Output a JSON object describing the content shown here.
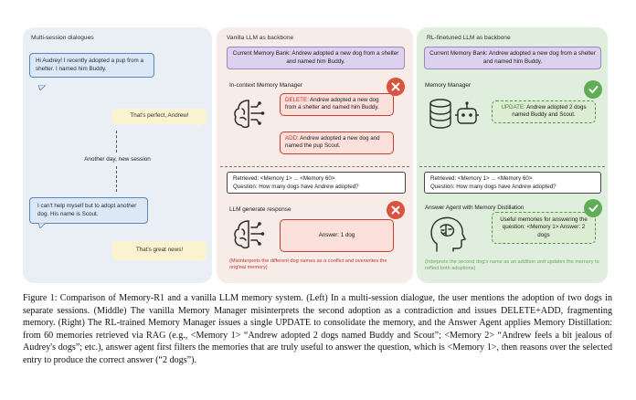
{
  "left": {
    "title": "Multi-session dialogues",
    "msg1": "Hi Audrey! I recently adopted a pup from a shelter. I named him Buddy.",
    "reply1": "That's perfect, Andrew!",
    "divider": "Another day, new session",
    "msg2": "I can't help myself but to adopt another dog. His name is Scout.",
    "reply2": "That's great news!"
  },
  "middle": {
    "title": "Vanilla LLM as backbone",
    "memory_bank": "Current Memory Bank: Andrew adopted a new dog from a shelter and named him Buddy.",
    "manager_label": "In-context Memory Manager",
    "delete_kw": "DELETE:",
    "delete_text": " Andrew adopted a new dog from a shelter and named him Buddy.",
    "add_kw": "ADD:",
    "add_text": " Andrew adopted a new dog and named the pup Scout.",
    "retrieved_line": "Retrieved: <Memory 1> ... <Memory 60>",
    "question_line": "Question: How many dogs have Andrew adopted?",
    "response_label": "LLM generate response",
    "answer": "Answer: 1 dog",
    "note": "(Misinterprets the different dog names as a conflict and overwrites the original memory)"
  },
  "right": {
    "title": "RL-finetuned LLM as backbone",
    "memory_bank": "Current Memory Bank: Andrew adopted a new dog from a shelter and named him Buddy.",
    "manager_label": "Memory Manager",
    "update_kw": "UPDATE:",
    "update_text": " Andrew adopted 2 dogs named Buddy and Scout.",
    "retrieved_line": "Retrieved: <Memory 1> ... <Memory 60>",
    "question_line": "Question: How many dogs have Andrew adopted?",
    "agent_label": "Answer Agent with Memory Distillation",
    "useful": "Useful memories for answering the question: <Memory 1> Answer: 2 dogs",
    "note": "(Interprets the second dog's name as an addition and updates the memory to reflect both adoptions)"
  },
  "caption": "Figure 1: Comparison of Memory-R1 and a vanilla LLM memory system. (Left) In a multi-session dialogue, the user mentions the adoption of two dogs in separate sessions. (Middle) The vanilla Memory Manager misinterprets the second adoption as a contradiction and issues DELETE+ADD, fragmenting memory. (Right) The RL-trained Memory Manager issues a single UPDATE to consolidate the memory, and the Answer Agent applies Memory Distillation: from 60 memories retrieved via RAG (e.g., <Memory 1> “Andrew adopted 2 dogs named Buddy and Scout”; <Memory 2> “Andrew feels a bit jealous of Audrey's dogs”; etc.), answer agent first filters the memories that are truly useful to answer the question, which is <Memory 1>, then reasons over the selected entry to produce the correct answer (“2 dogs”).",
  "colors": {
    "left_panel": "#e9eff5",
    "middle_panel": "#f7ece7",
    "right_panel": "#dfeedd",
    "error_red": "#d9533f",
    "success_green": "#5fae55",
    "memory_purple": "#dcd1ee"
  },
  "icons": [
    "brain-icon",
    "database-icon",
    "robot-icon",
    "cross-icon",
    "check-icon",
    "person-brain-icon"
  ]
}
